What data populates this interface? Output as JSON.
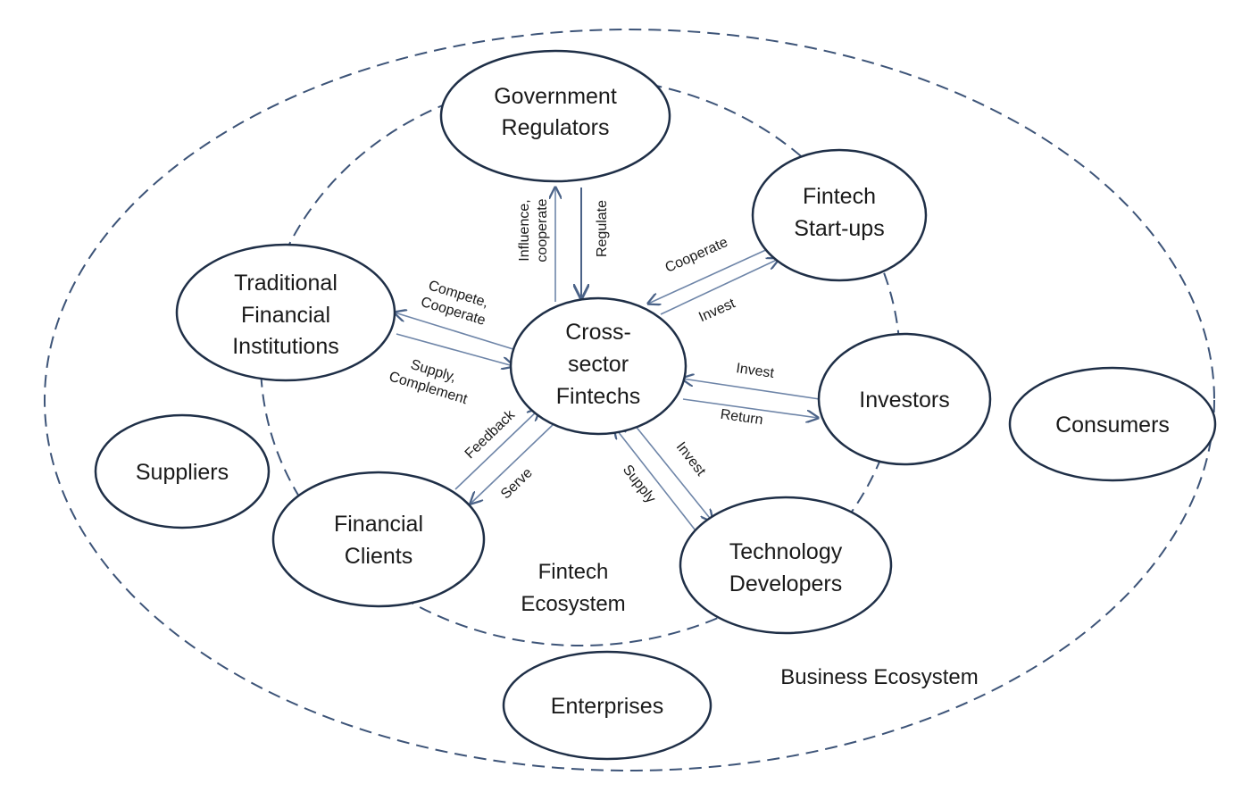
{
  "regions": {
    "business": "Business Ecosystem",
    "fintech_line1": "Fintech",
    "fintech_line2": "Ecosystem"
  },
  "nodes": {
    "center": [
      "Cross-",
      "sector",
      "Fintechs"
    ],
    "government": [
      "Government",
      "Regulators"
    ],
    "startups": [
      "Fintech",
      "Start-ups"
    ],
    "traditional": [
      "Traditional",
      "Financial",
      "Institutions"
    ],
    "investors": [
      "Investors"
    ],
    "clients": [
      "Financial",
      "Clients"
    ],
    "developers": [
      "Technology",
      "Developers"
    ],
    "suppliers": [
      "Suppliers"
    ],
    "consumers": [
      "Consumers"
    ],
    "enterprises": [
      "Enterprises"
    ]
  },
  "relations": {
    "influence": [
      "Influence,",
      "cooperate"
    ],
    "regulate": "Regulate",
    "cooperate_startups": "Cooperate",
    "invest_startups": "Invest",
    "compete": [
      "Compete,",
      "Cooperate"
    ],
    "supply_complement": [
      "Supply,",
      "Complement"
    ],
    "invest_investors": "Invest",
    "return": "Return",
    "feedback": "Feedback",
    "serve": "Serve",
    "supply_dev": "Supply",
    "invest_dev": "Invest"
  }
}
